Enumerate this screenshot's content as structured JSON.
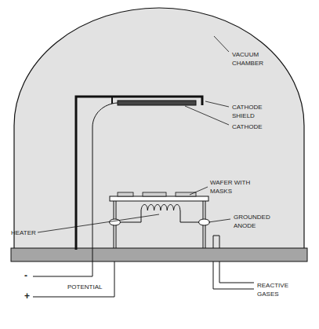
{
  "diagram": {
    "labels": [
      "VACUUM CHAMBER",
      "CATHODE SHIELD",
      "CATHODE",
      "WAFER WITH MASKS",
      "GROUNDED ANODE",
      "HEATER",
      "-",
      "POTENTIAL",
      "+",
      "REACTIVE GASES"
    ]
  }
}
